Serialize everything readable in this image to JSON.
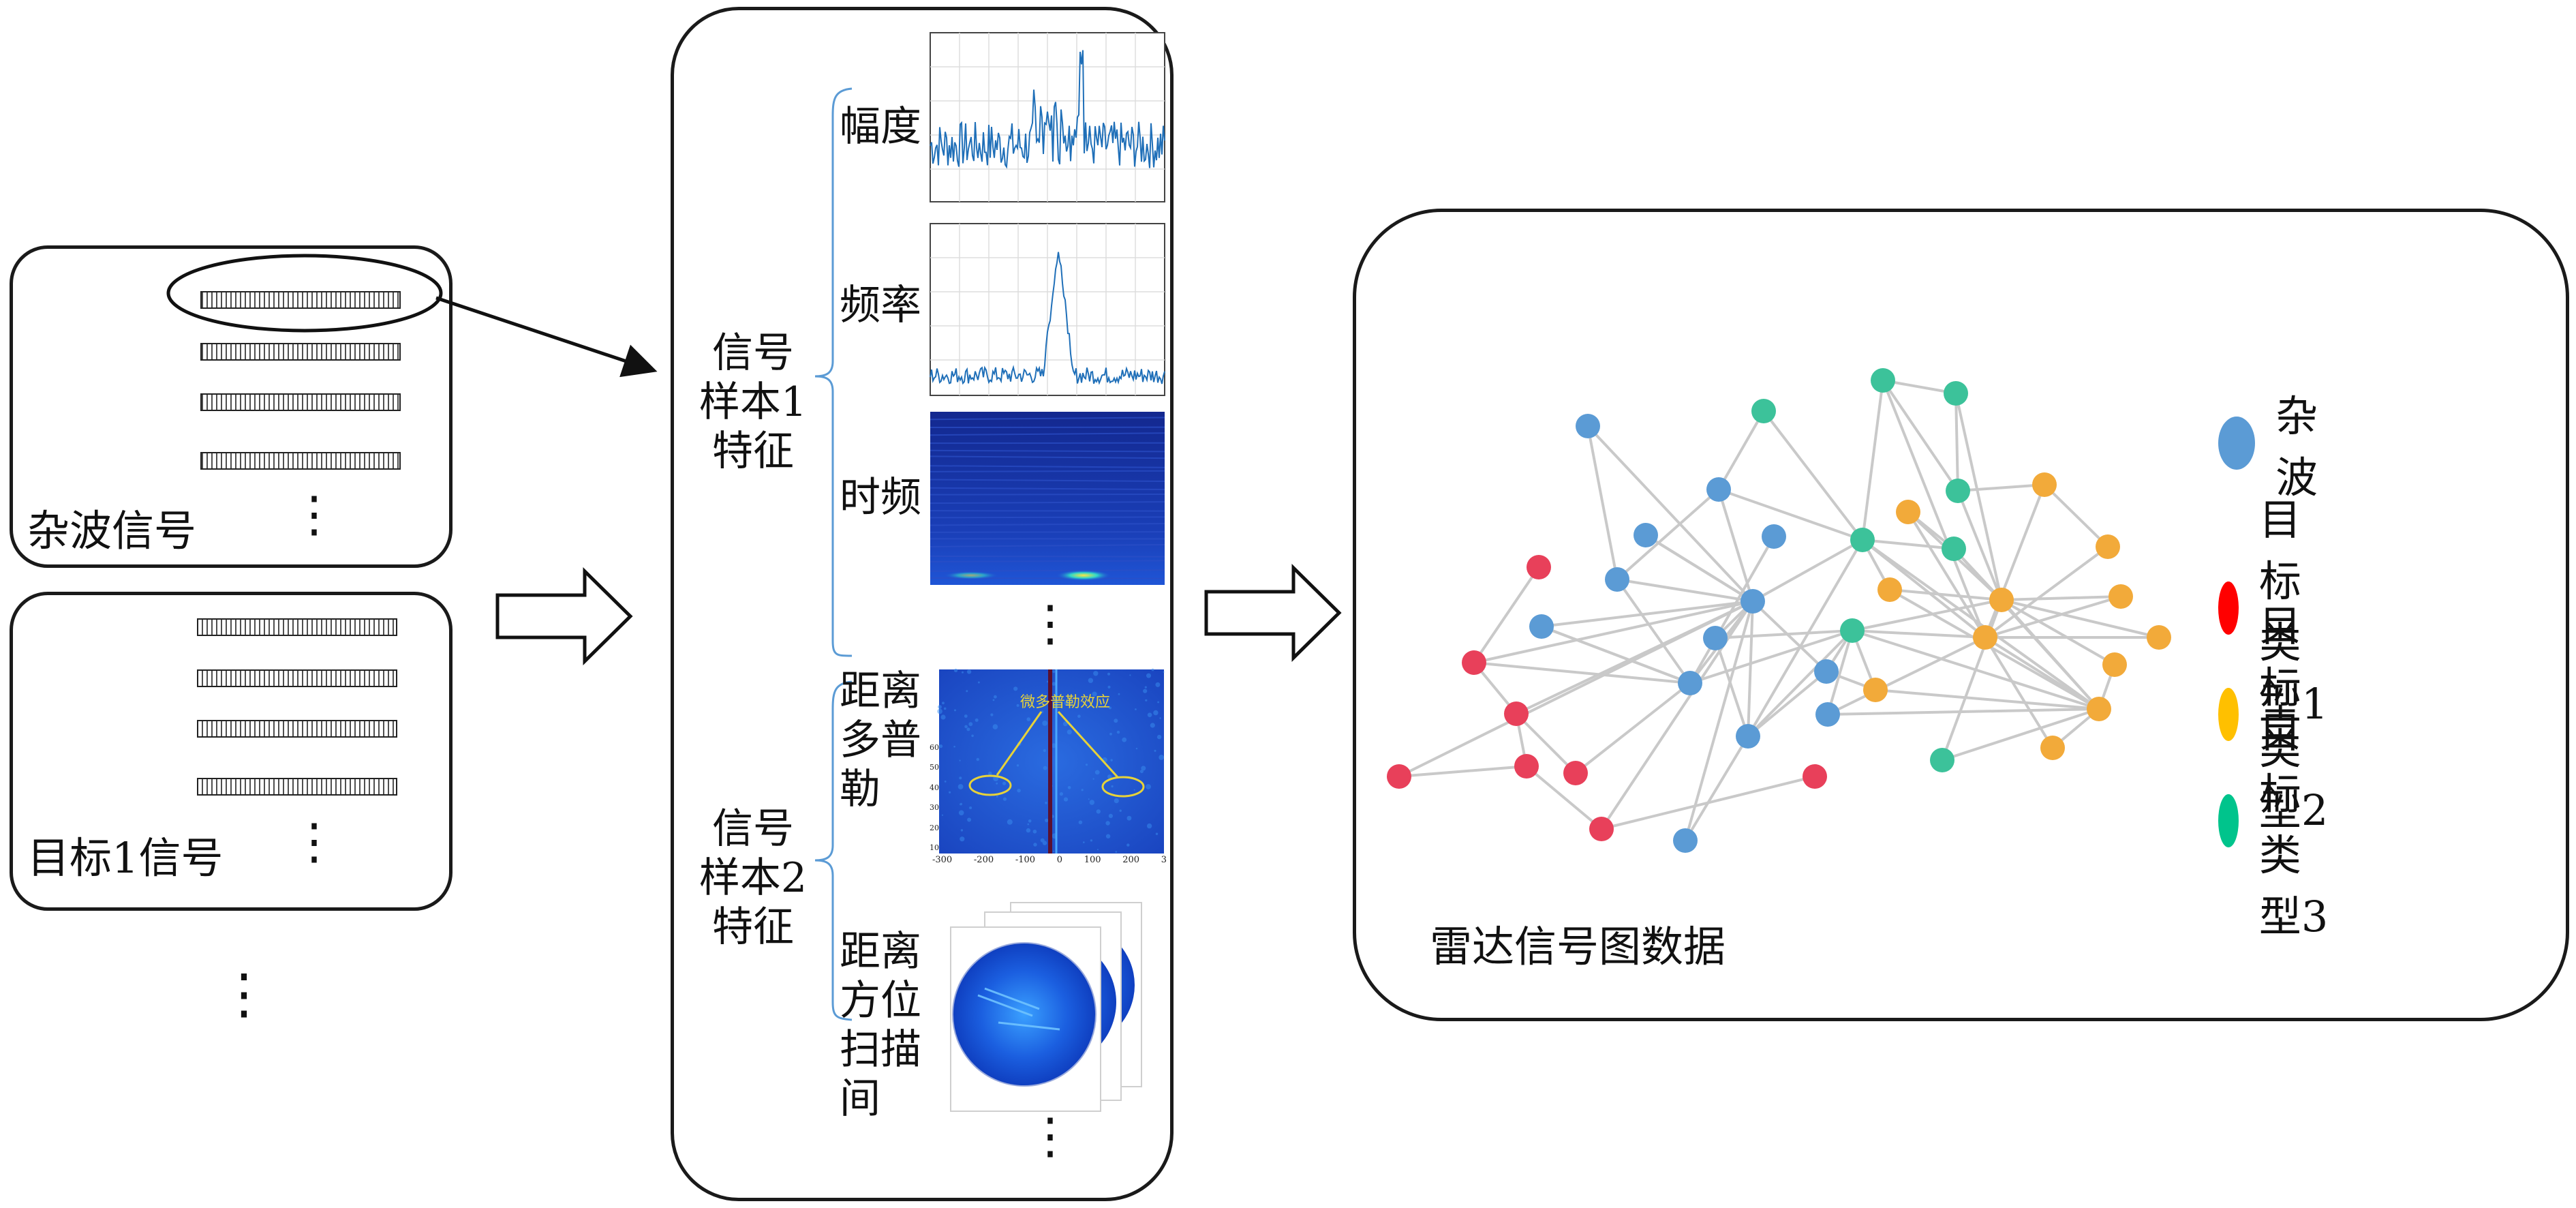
{
  "signals": {
    "clutter_label": "杂波信号",
    "target1_label": "目标1信号",
    "ellipsis": "⋮"
  },
  "features": {
    "sample1_lines": [
      "信号",
      "样本1",
      "特征"
    ],
    "sample2_lines": [
      "信号",
      "样本2",
      "特征"
    ],
    "amplitude_label": "幅度",
    "frequency_label": "频率",
    "time_freq_label": "时频",
    "range_doppler_lines": [
      "距离",
      "多普",
      "勒"
    ],
    "range_azimuth_lines": [
      "距离",
      "方位",
      "扫描",
      "间"
    ],
    "rd_annotation": "微多普勒效应",
    "rd_x_ticks": [
      "-300",
      "-200",
      "-100",
      "0",
      "100",
      "200",
      "3"
    ],
    "rd_y_ticks": [
      "60",
      "50",
      "40",
      "30",
      "20",
      "10"
    ],
    "ellipsis": "⋮"
  },
  "graph": {
    "title": "雷达信号图数据",
    "legend": [
      {
        "label": "杂波",
        "color": "#5b9bd5"
      },
      {
        "label": "目标类型1",
        "color": "#ff0000"
      },
      {
        "label": "目标类型2",
        "color": "#ffc000"
      },
      {
        "label": "目标类型3",
        "color": "#00c48c"
      }
    ],
    "node_colors": {
      "clutter": "#5b9bd5",
      "type1": "#e8405a",
      "type2": "#f2aa3a",
      "type3": "#3cc29a"
    }
  }
}
